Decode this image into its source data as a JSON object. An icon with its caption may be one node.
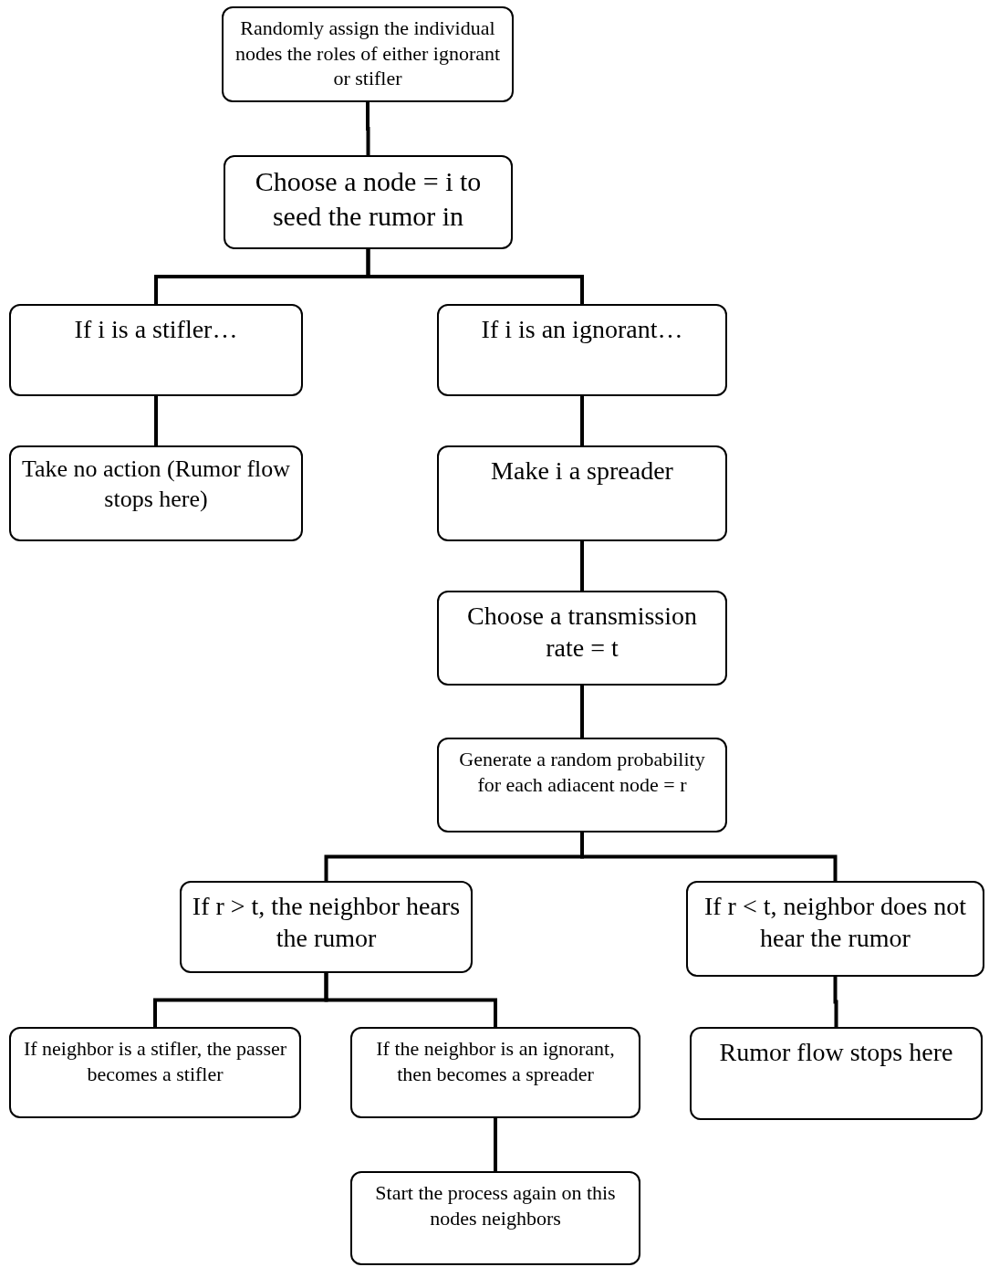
{
  "diagram": {
    "nodes": [
      {
        "text": [
          "Randomly assign the individual nodes the roles of either ignorant or stifler"
        ]
      },
      {
        "text": [
          "Choose a node = i to seed the rumor in"
        ]
      },
      {
        "text": [
          "If i is a stifler…"
        ]
      },
      {
        "text": [
          "If i is an ignorant…"
        ]
      },
      {
        "text": [
          "Take no action (Rumor flow stops here)"
        ]
      },
      {
        "text": [
          "Make i a spreader"
        ]
      },
      {
        "text": [
          "Choose a transmission rate = t"
        ]
      },
      {
        "text": [
          "Generate a random probability for each adiacent node = r"
        ]
      },
      {
        "text": [
          "If r > t, the neighbor hears the rumor"
        ]
      },
      {
        "text": [
          "If r < t, neighbor does not hear the rumor"
        ]
      },
      {
        "text": [
          "If neighbor is a stifler, the passer becomes a stifler"
        ]
      },
      {
        "text": [
          "If the neighbor is an ignorant, then becomes a spreader"
        ]
      },
      {
        "text": [
          "Start the process again on this nodes neighbors"
        ]
      },
      {
        "text": [
          "Rumor flow stops here"
        ]
      }
    ],
    "edges": [
      {
        "from": 0,
        "to": 1,
        "arrow": "none"
      },
      {
        "from": 1,
        "to": 2,
        "arrow": "none"
      },
      {
        "from": 1,
        "to": 3,
        "arrow": "none"
      },
      {
        "from": 2,
        "to": 4,
        "arrow": "none"
      },
      {
        "from": 3,
        "to": 5,
        "arrow": "none"
      },
      {
        "from": 5,
        "to": 6,
        "arrow": "none"
      },
      {
        "from": 6,
        "to": 7,
        "arrow": "none"
      },
      {
        "from": 7,
        "to": 8,
        "arrow": "none"
      },
      {
        "from": 7,
        "to": 9,
        "arrow": "none"
      },
      {
        "from": 8,
        "to": 10,
        "arrow": "none"
      },
      {
        "from": 8,
        "to": 11,
        "arrow": "none"
      },
      {
        "from": 11,
        "to": 12,
        "arrow": "none"
      },
      {
        "from": 9,
        "to": 13,
        "arrow": "none"
      }
    ]
  }
}
